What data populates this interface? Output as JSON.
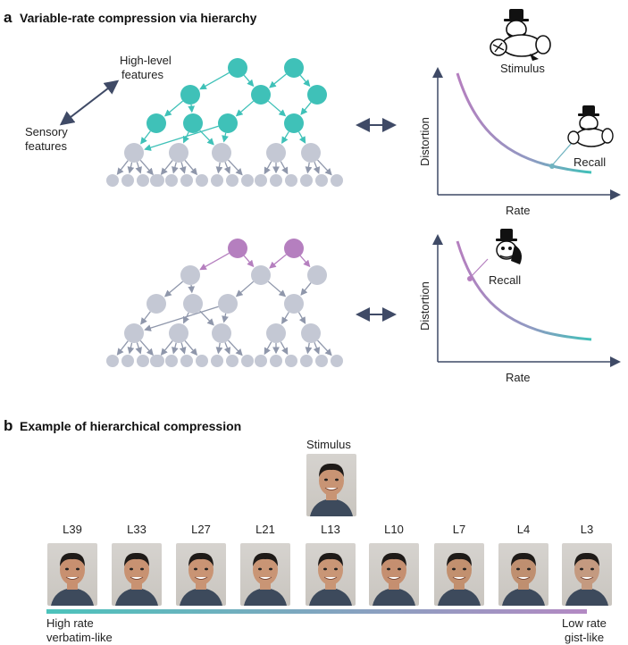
{
  "panel_a": {
    "letter": "a",
    "title": "Variable-rate compression via hierarchy",
    "labels": {
      "high_level_1": "High-level",
      "high_level_2": "features",
      "sensory_1": "Sensory",
      "sensory_2": "features"
    },
    "top_plot": {
      "ylabel": "Distortion",
      "xlabel": "Rate",
      "stimulus_label": "Stimulus",
      "recall_label": "Recall",
      "recall_position": "low distortion / high rate"
    },
    "bottom_plot": {
      "ylabel": "Distortion",
      "xlabel": "Rate",
      "recall_label": "Recall",
      "recall_position": "high distortion / low rate"
    }
  },
  "panel_b": {
    "letter": "b",
    "title": "Example of hierarchical compression",
    "stimulus_label": "Stimulus",
    "levels": [
      "L39",
      "L33",
      "L27",
      "L21",
      "L13",
      "L10",
      "L7",
      "L4",
      "L3"
    ],
    "left_label_1": "High rate",
    "left_label_2": "verbatim-like",
    "right_label_1": "Low rate",
    "right_label_2": "gist-like"
  },
  "colors": {
    "teal": "#3fc1b8",
    "purple": "#b57fbf",
    "grey_node": "#c4c8d4",
    "grey_edge": "#8f97ab",
    "axis": "#3f4a66",
    "gradient_start": "#4cc3bb",
    "gradient_end": "#b389c3"
  },
  "icons": [
    "monopoly-man-icon",
    "face-photo"
  ]
}
